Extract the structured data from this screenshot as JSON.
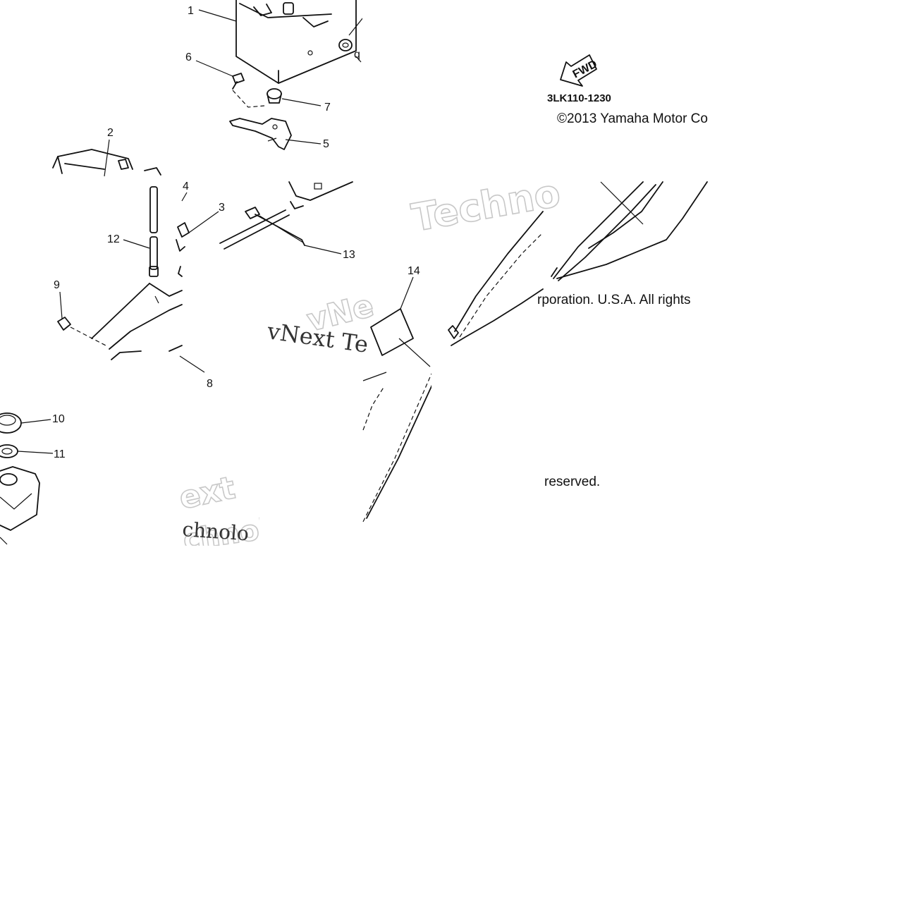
{
  "diagram": {
    "callouts": [
      "1",
      "2",
      "3",
      "4",
      "5",
      "6",
      "7",
      "8",
      "9",
      "10",
      "11",
      "12",
      "13",
      "14",
      "q"
    ],
    "part_number": "3LK110-1230",
    "fwd_label": "FWD",
    "copyright": {
      "line1": "©2013 Yamaha Motor Co",
      "line2": "rporation. U.S.A. All rights",
      "line3": "reserved."
    },
    "watermark": {
      "outline_words": [
        "Techno",
        "vNe",
        "ext",
        "chnolog"
      ],
      "serif_words": [
        "vNext Te",
        "chnolo"
      ]
    }
  }
}
